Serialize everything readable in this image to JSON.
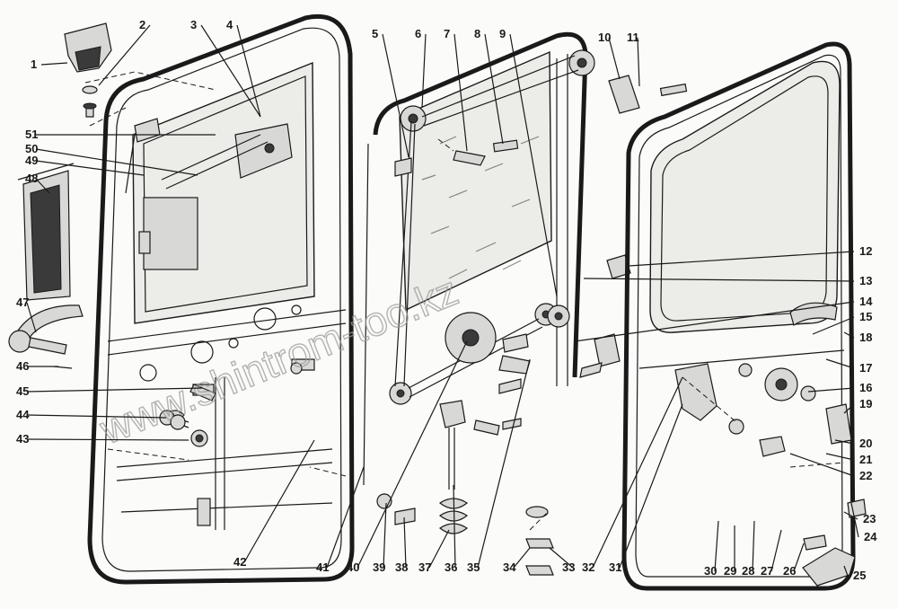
{
  "figure": {
    "callouts": [
      "1",
      "2",
      "3",
      "4",
      "5",
      "6",
      "7",
      "8",
      "9",
      "10",
      "11",
      "12",
      "13",
      "14",
      "15",
      "16",
      "17",
      "18",
      "19",
      "20",
      "21",
      "22",
      "23",
      "24",
      "25",
      "26",
      "27",
      "28",
      "29",
      "30",
      "31",
      "32",
      "33",
      "34",
      "35",
      "36",
      "37",
      "38",
      "39",
      "40",
      "41",
      "42",
      "43",
      "44",
      "45",
      "46",
      "47",
      "48",
      "49",
      "50",
      "51"
    ],
    "watermark": "www.shintrom-too.kz"
  }
}
